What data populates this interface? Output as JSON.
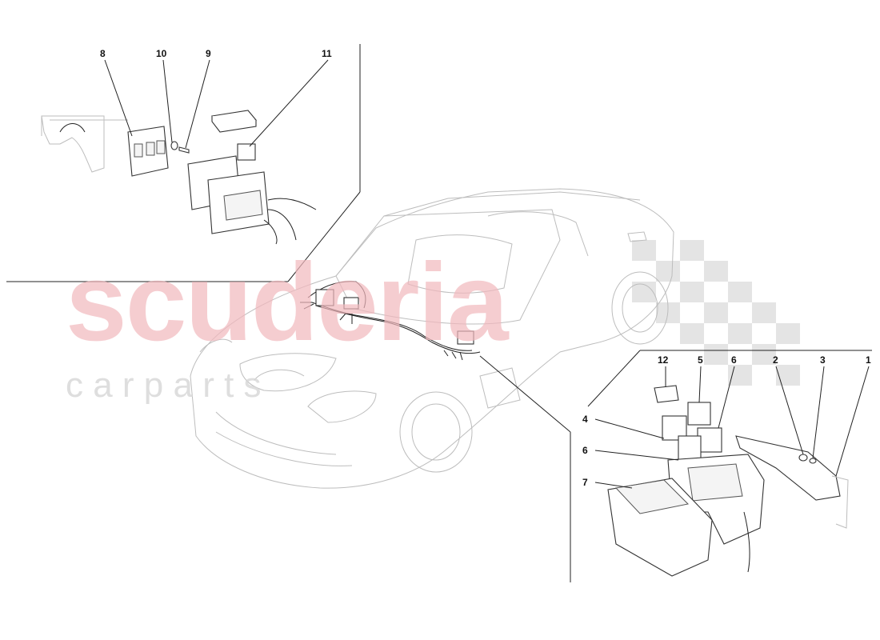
{
  "watermark": {
    "main": "scuderia",
    "sub": "c a r   p a r t s"
  },
  "callouts": {
    "c8": "8",
    "c10": "10",
    "c9": "9",
    "c11": "11",
    "c12": "12",
    "c5": "5",
    "c6a": "6",
    "c2": "2",
    "c3": "3",
    "c1": "1",
    "c4": "4",
    "c6b": "6",
    "c7": "7"
  }
}
